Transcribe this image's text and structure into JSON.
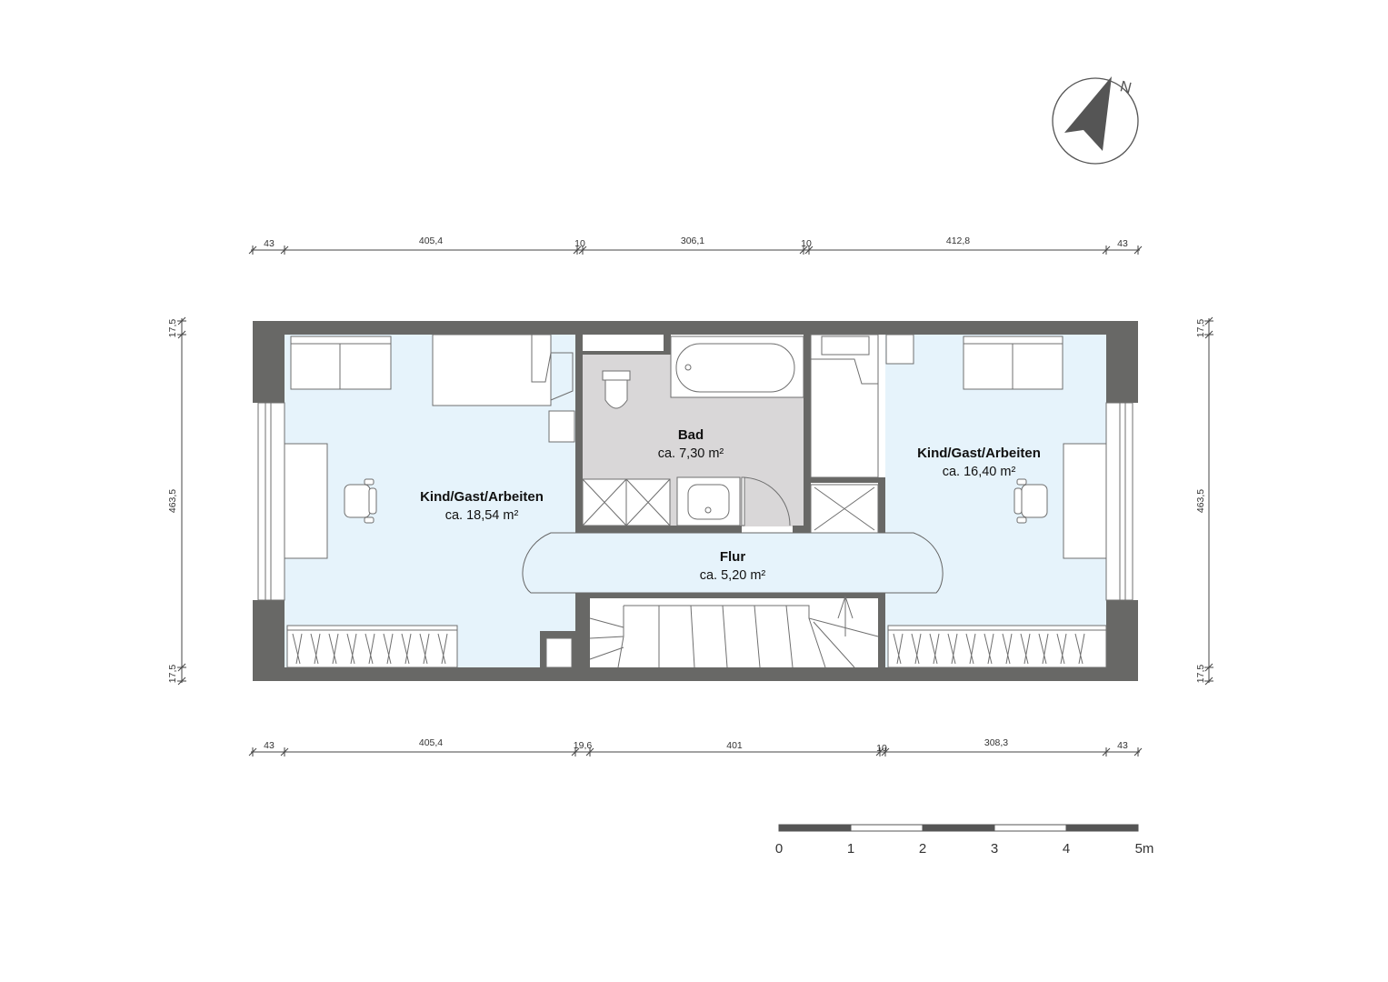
{
  "north_label": "N",
  "rooms": [
    {
      "name": "Kind/Gast/Arbeiten",
      "area": "ca. 18,54 m²"
    },
    {
      "name": "Bad",
      "area": "ca. 7,30 m²"
    },
    {
      "name": "Kind/Gast/Arbeiten",
      "area": "ca. 16,40 m²"
    },
    {
      "name": "Flur",
      "area": "ca. 5,20 m²"
    }
  ],
  "dimensions_top": [
    "43",
    "405,4",
    "10",
    "306,1",
    "10",
    "412,8",
    "43"
  ],
  "dimensions_bottom": [
    "43",
    "405,4",
    "19,6",
    "401",
    "10",
    "308,3",
    "43"
  ],
  "dimensions_left": [
    "17,5",
    "463,5",
    "17,5"
  ],
  "dimensions_right": [
    "17,5",
    "463,5",
    "17,5"
  ],
  "scale_bar": {
    "labels": [
      "0",
      "1",
      "2",
      "3",
      "4",
      "5m"
    ]
  },
  "colors": {
    "wall": "#686866",
    "room_fill": "#e6f3fb",
    "bath_fill": "#d9d7d8"
  }
}
